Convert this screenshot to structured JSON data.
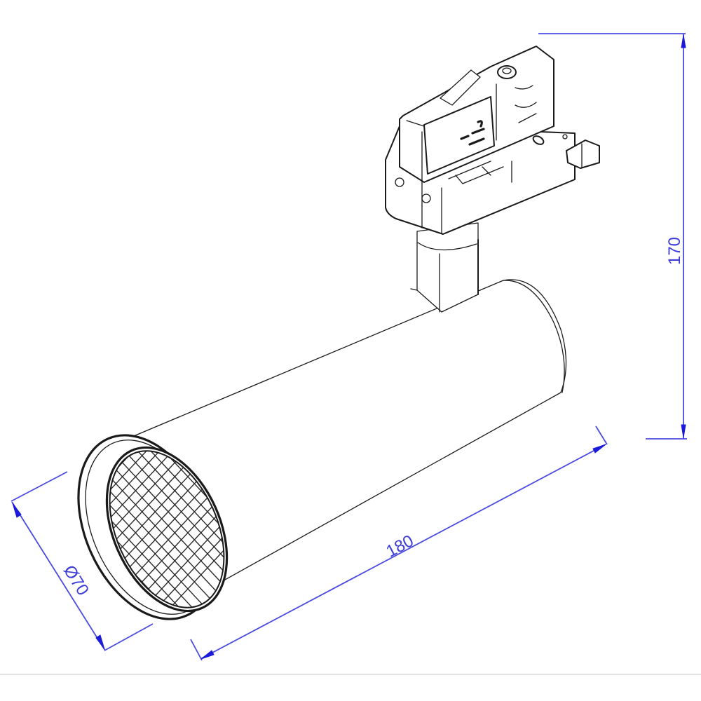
{
  "drawing": {
    "subject": "LED track spotlight with 3-phase track adapter",
    "line_color": "#1a1a1a",
    "dimension_color": "#4a4ae0"
  },
  "dimensions": {
    "height": {
      "label": "170",
      "unit": "mm",
      "orientation": "vertical"
    },
    "length": {
      "label": "180",
      "unit": "mm",
      "orientation": "diagonal"
    },
    "diameter": {
      "label": "Ø70",
      "unit": "mm",
      "orientation": "diagonal"
    }
  },
  "parts": {
    "adapter": "track-adapter",
    "stem": "connector-stem",
    "body": "cylindrical-housing",
    "front": "honeycomb-anti-glare-louvre"
  }
}
